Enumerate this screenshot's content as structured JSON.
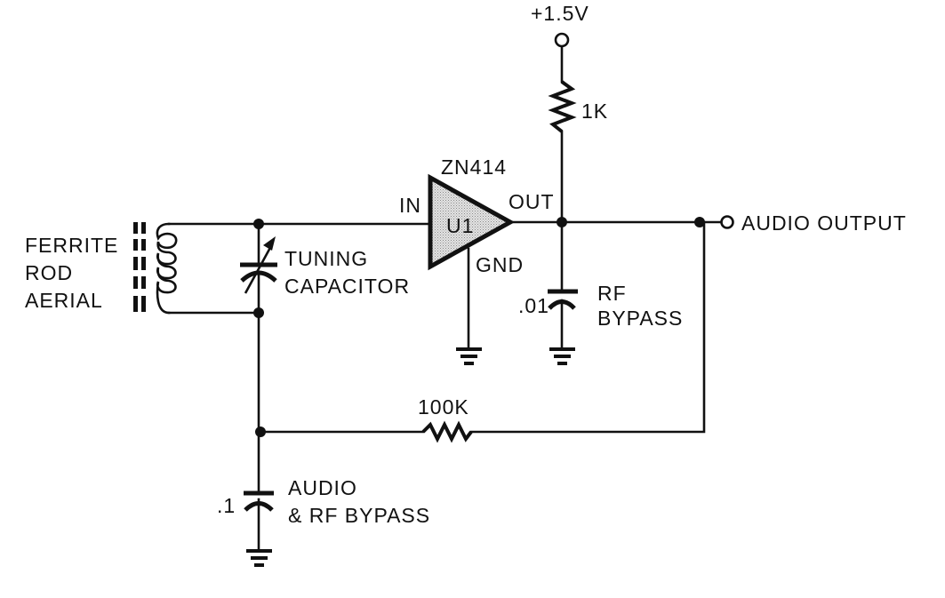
{
  "schematic": {
    "title": "ZN414 AM radio receiver",
    "labels": {
      "supply": "+1.5V",
      "r1_value": "1K",
      "ic_part": "ZN414",
      "ic_ref": "U1",
      "ic_in": "IN",
      "ic_out": "OUT",
      "ic_gnd": "GND",
      "aerial_line1": "FERRITE",
      "aerial_line2": "ROD",
      "aerial_line3": "AERIAL",
      "tuning_line1": "TUNING",
      "tuning_line2": "CAPACITOR",
      "c_rf_value": ".01",
      "c_rf_line1": "RF",
      "c_rf_line2": "BYPASS",
      "output": "AUDIO OUTPUT",
      "r2_value": "100K",
      "c_audio_value": ".1",
      "c_audio_line1": "AUDIO",
      "c_audio_line2": "& RF BYPASS"
    },
    "components": [
      {
        "ref": "L1",
        "type": "inductor",
        "description": "Ferrite rod aerial"
      },
      {
        "ref": "C1",
        "type": "variable-capacitor",
        "description": "Tuning capacitor"
      },
      {
        "ref": "U1",
        "type": "amplifier",
        "part": "ZN414"
      },
      {
        "ref": "R1",
        "type": "resistor",
        "value": "1K"
      },
      {
        "ref": "C2",
        "type": "capacitor",
        "value": ".01",
        "description": "RF bypass"
      },
      {
        "ref": "R2",
        "type": "resistor",
        "value": "100K"
      },
      {
        "ref": "C3",
        "type": "capacitor",
        "value": ".1",
        "description": "Audio & RF bypass"
      }
    ],
    "colors": {
      "ink": "#111111",
      "ic_fill": "#c9c9c9",
      "background": "#ffffff"
    }
  }
}
